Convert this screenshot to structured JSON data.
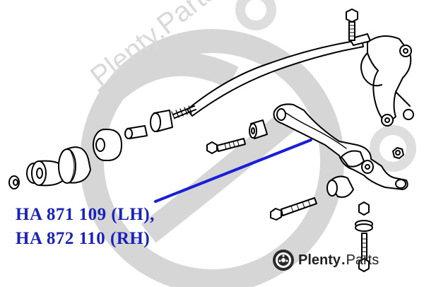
{
  "part_numbers": {
    "left": "HA 871 109 (LH),",
    "right": "HA 872 110 (RH)"
  },
  "brand": {
    "name_bold": "Plenty",
    "separator": ".",
    "name_regular": "Parts",
    "logo_icon": "brake-disc-icon"
  },
  "watermark": {
    "text": "Plenty.Parts"
  },
  "colors": {
    "label_blue": "#1a22b8",
    "pointer_blue": "#1a1fd6",
    "watermark_gray": "#d9d9d9",
    "line_art": "#000000"
  }
}
